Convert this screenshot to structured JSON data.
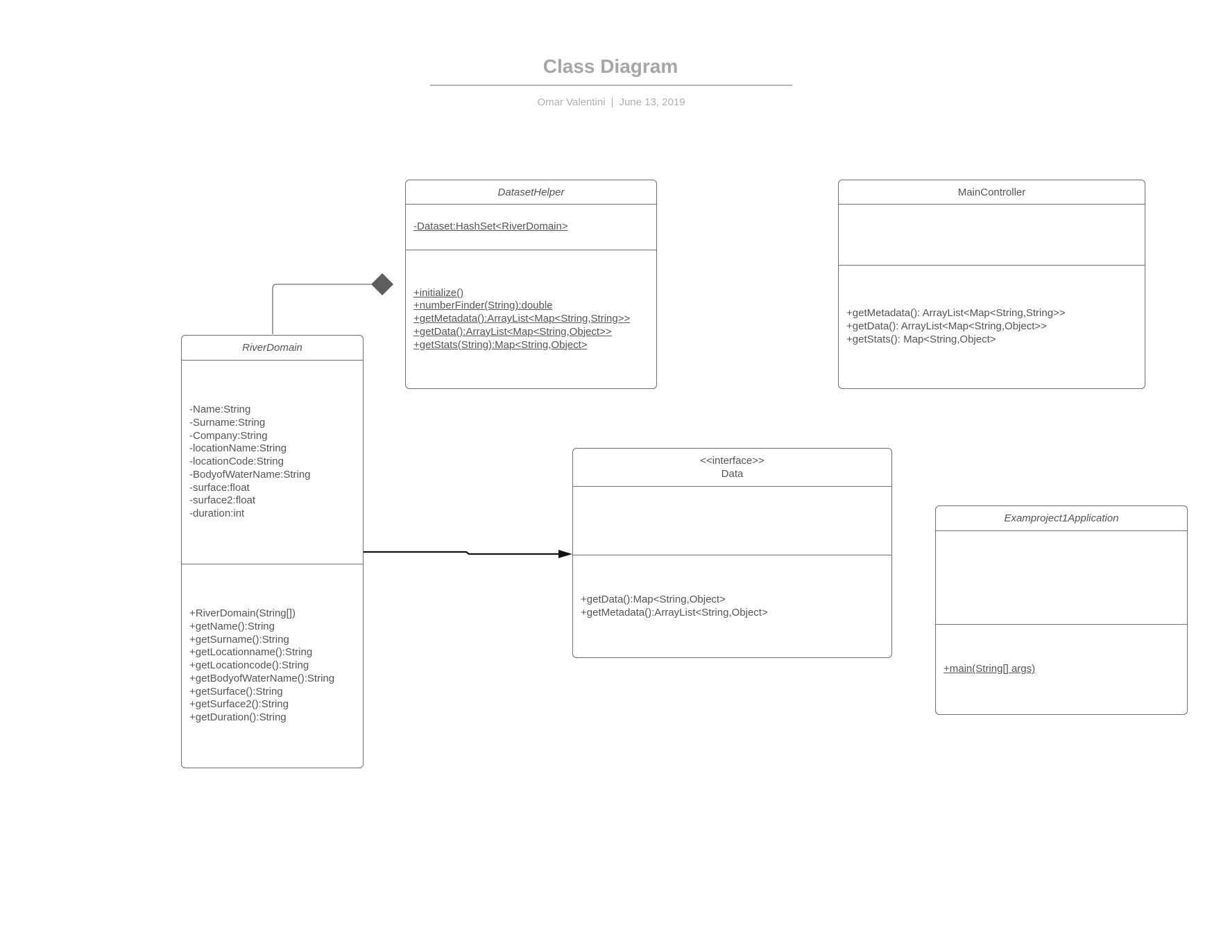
{
  "header": {
    "title": "Class Diagram",
    "author": "Omar Valentini",
    "separator": "|",
    "date": "June 13, 2019"
  },
  "classes": {
    "dataset_helper": {
      "name": "DatasetHelper",
      "attributes": [
        "-Dataset:HashSet<RiverDomain>"
      ],
      "methods": [
        "+initialize()",
        "+numberFinder(String):double",
        "+getMetadata():ArrayList<Map<String,String>>",
        "+getData():ArrayList<Map<String,Object>>",
        "+getStats(String):Map<String,Object>"
      ]
    },
    "main_controller": {
      "name": "MainController",
      "attributes": [],
      "methods": [
        "+getMetadata(): ArrayList<Map<String,String>>",
        "+getData(): ArrayList<Map<String,Object>>",
        "+getStats(): Map<String,Object>"
      ]
    },
    "river_domain": {
      "name": "RiverDomain",
      "attributes": [
        "-Name:String",
        "-Surname:String",
        "-Company:String",
        "-locationName:String",
        "-locationCode:String",
        "-BodyofWaterName:String",
        "-surface:float",
        "-surface2:float",
        "-duration:int"
      ],
      "methods": [
        "+RiverDomain(String[])",
        "+getName():String",
        "+getSurname():String",
        "+getLocationname():String",
        "+getLocationcode():String",
        "+getBodyofWaterName():String",
        "+getSurface():String",
        "+getSurface2():String",
        "+getDuration():String"
      ]
    },
    "data": {
      "stereotype": "<<interface>>",
      "name": "Data",
      "attributes": [],
      "methods": [
        "+getData():Map<String,Object>",
        "+getMetadata():ArrayList<String,Object>"
      ]
    },
    "examproject": {
      "name": "Examproject1Application",
      "attributes": [],
      "methods": [
        "+main(String[] args)"
      ]
    }
  },
  "relations": [
    {
      "type": "composition",
      "from": "RiverDomain",
      "to": "DatasetHelper"
    },
    {
      "type": "realization",
      "from": "RiverDomain",
      "to": "Data"
    }
  ],
  "colors": {
    "border": "#6e6e6e",
    "text": "#555555",
    "title": "#a6a6a6",
    "diamond": "#5e5e5e",
    "arrow": "#111111"
  }
}
